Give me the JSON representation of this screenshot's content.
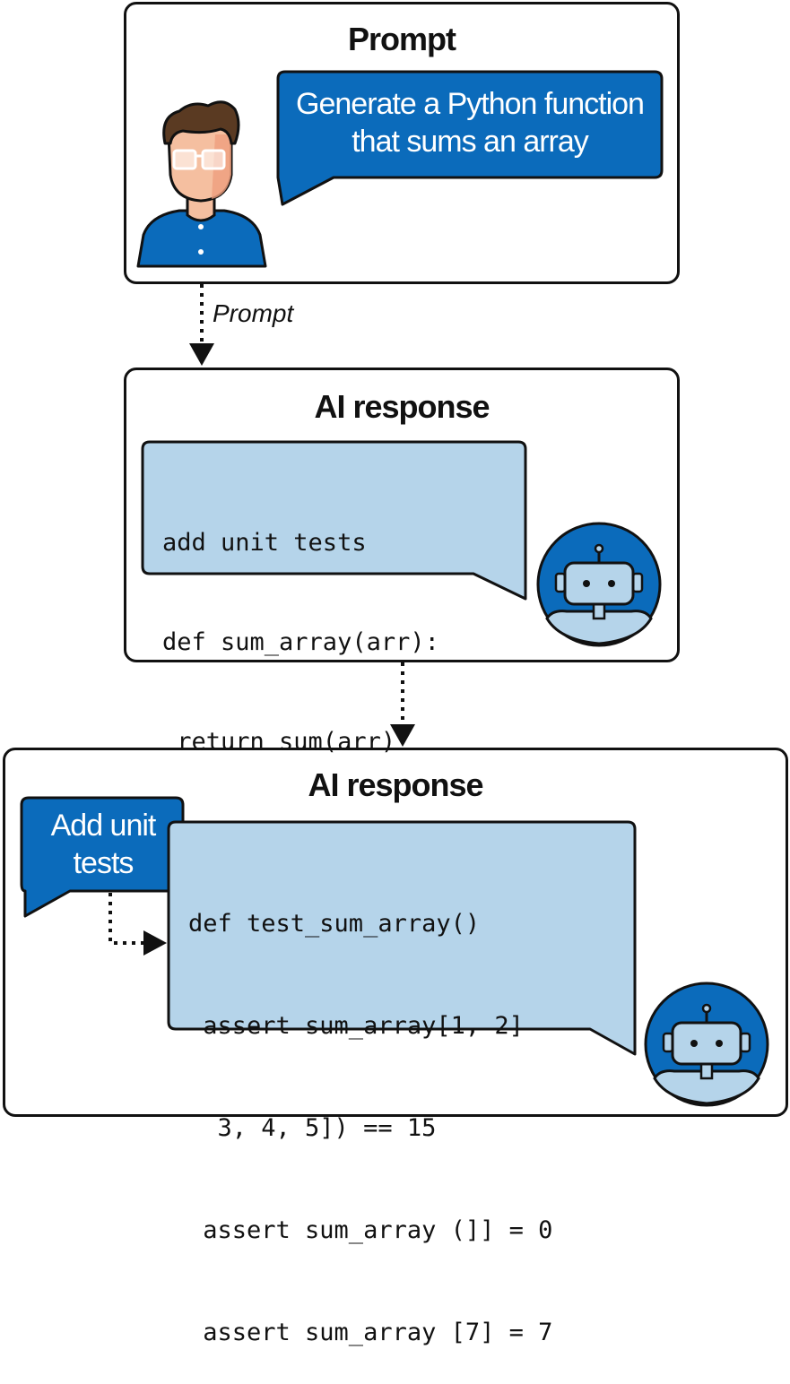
{
  "prompt_panel": {
    "title": "Prompt",
    "bubble_line1": "Generate a Python function",
    "bubble_line2": "that sums an array"
  },
  "connector1": {
    "label": "Prompt"
  },
  "response_panel_1": {
    "title": "AI response",
    "code_lines": [
      "add unit tests",
      "def sum_array(arr):",
      " return sum(arr)"
    ]
  },
  "response_panel_2": {
    "title": "AI response",
    "bubble_line1": "Add unit",
    "bubble_line2": "tests",
    "code_lines": [
      "def test_sum_array()",
      " assert sum_array[1, 2]",
      "  3, 4, 5]) == 15",
      " assert sum_array (]] = 0",
      " assert sum_array [7] = 7"
    ]
  },
  "colors": {
    "dark_blue": "#0b6bbb",
    "light_blue": "#b5d4ea",
    "outline": "#111111",
    "skin": "#f5bfa0",
    "hair": "#5a3a22"
  },
  "icons": [
    "user-avatar-icon",
    "robot-icon",
    "arrow-down-icon",
    "arrow-right-icon"
  ]
}
